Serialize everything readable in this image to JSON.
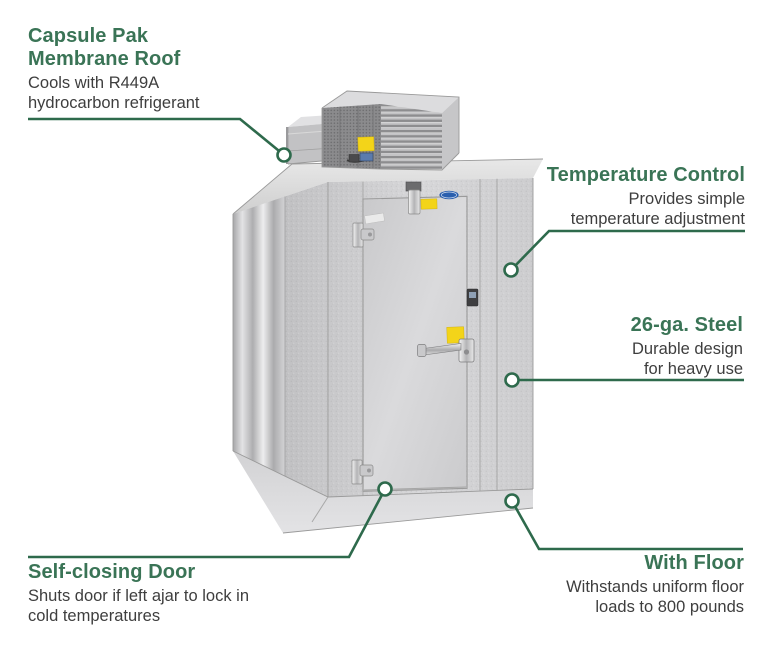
{
  "colors": {
    "heading_green": "#3A7456",
    "line_green": "#2E6A4C",
    "body_text": "#3E3E3E",
    "sticker_yellow": "#F3D419",
    "logo_blue": "#2A5FAE"
  },
  "callouts": {
    "capsule_pak": {
      "title": "Capsule Pak\nMembrane Roof",
      "description": "Cools with R449A\nhydrocarbon refrigerant"
    },
    "temperature_control": {
      "title": "Temperature Control",
      "description": "Provides simple\ntemperature adjustment"
    },
    "steel": {
      "title": "26-ga. Steel",
      "description": "Durable design\nfor heavy use"
    },
    "with_floor": {
      "title": "With Floor",
      "description": "Withstands uniform floor\nloads to 800 pounds"
    },
    "self_closing_door": {
      "title": "Self-closing Door",
      "description": "Shuts door if left ajar to lock in\ncold temperatures"
    }
  }
}
